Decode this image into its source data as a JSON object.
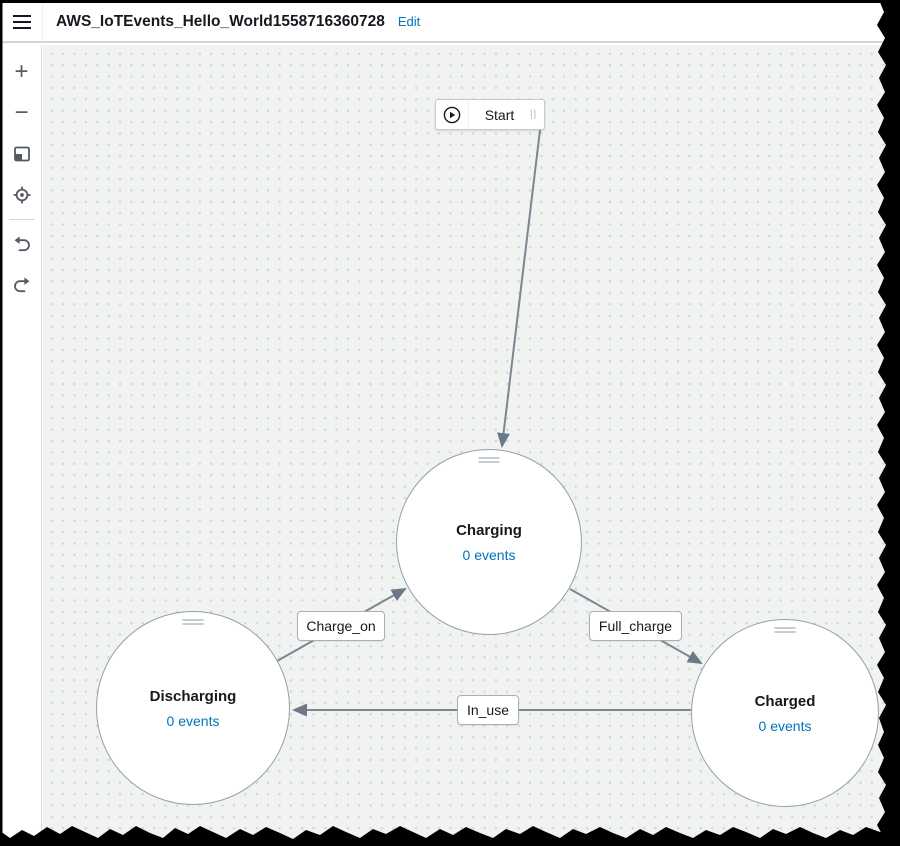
{
  "header": {
    "title": "AWS_IoTEvents_Hello_World1558716360728",
    "edit_label": "Edit",
    "menu_icon": "hamburger-icon"
  },
  "toolbar": {
    "zoom_in_glyph": "+",
    "zoom_out_glyph": "−",
    "items": [
      {
        "name": "zoom-in",
        "icon": "plus-icon"
      },
      {
        "name": "zoom-out",
        "icon": "minus-icon"
      },
      {
        "name": "fit-view",
        "icon": "fit-screen-icon"
      },
      {
        "name": "center-view",
        "icon": "crosshair-target-icon"
      },
      {
        "name": "undo",
        "icon": "undo-arrow-icon"
      },
      {
        "name": "redo",
        "icon": "redo-arrow-icon"
      }
    ]
  },
  "canvas": {
    "start_node": {
      "label": "Start",
      "icon": "play-circle-icon",
      "drag_handle": "||"
    },
    "states": [
      {
        "name": "Charging",
        "events_label": "0 events"
      },
      {
        "name": "Discharging",
        "events_label": "0 events"
      },
      {
        "name": "Charged",
        "events_label": "0 events"
      }
    ],
    "transitions": [
      {
        "label": "Charge_on",
        "from": "Discharging",
        "to": "Charging"
      },
      {
        "label": "Full_charge",
        "from": "Charging",
        "to": "Charged"
      },
      {
        "label": "In_use",
        "from": "Charged",
        "to": "Discharging"
      }
    ]
  },
  "colors": {
    "link_blue": "#0073bb",
    "arrow_gray": "#7b8893",
    "state_border": "#92a1a9",
    "canvas_bg": "#f1f2f2",
    "icon_gray": "#545b64"
  }
}
